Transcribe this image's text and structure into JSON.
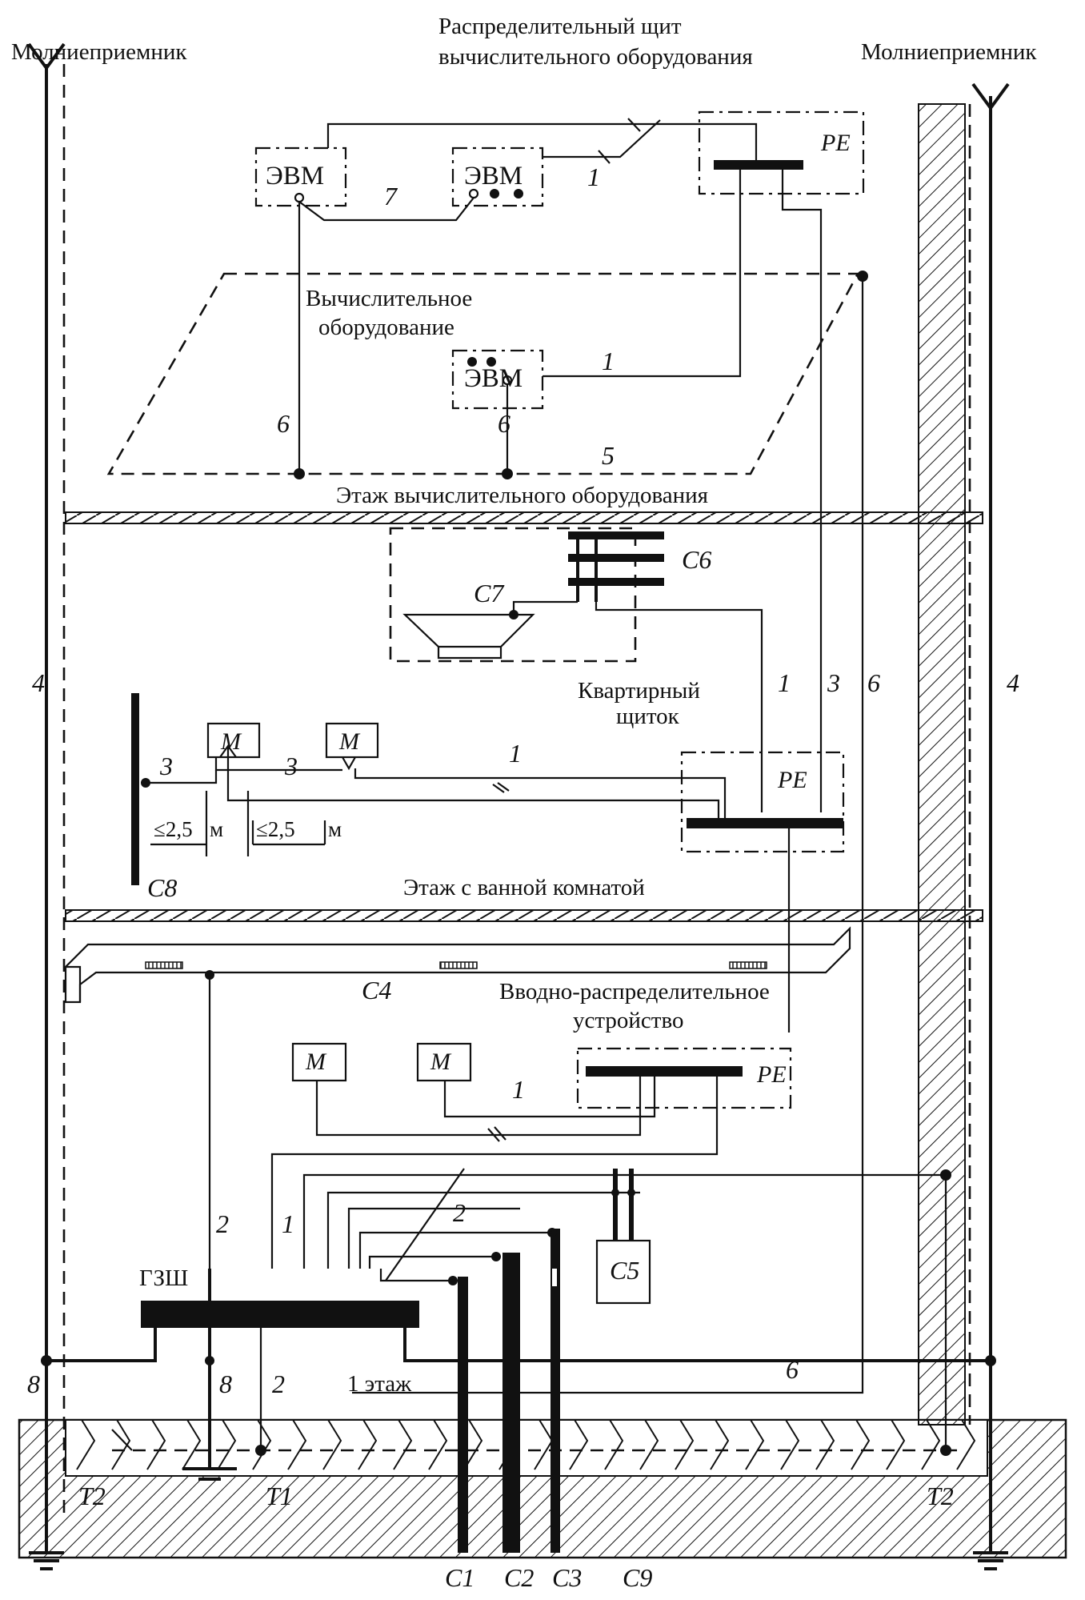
{
  "labels": {
    "lightning_left": "Молниеприемник",
    "lightning_right": "Молниеприемник",
    "dist_panel_line1": "Распределительный щит",
    "dist_panel_line2": "вычислительного оборудования",
    "pe": "PE",
    "evm": "ЭВМ",
    "comp_equipment_line1": "Вычислительное",
    "comp_equipment_line2": "оборудование",
    "floor_computer": "Этаж вычислительного оборудования",
    "floor_bathroom": "Этаж с ванной комнатой",
    "apartment_panel_line1": "Квартирный",
    "apartment_panel_line2": "щиток",
    "input_device_line1": "Вводно-распределительное",
    "input_device_line2": "устройство",
    "motor": "M",
    "gzsh": "ГЗШ",
    "floor_first": "1 этаж",
    "dist_limit": "≤2,5",
    "dist_unit": "м"
  },
  "refs": {
    "c1": "C1",
    "c2": "C2",
    "c3": "C3",
    "c4": "C4",
    "c5": "C5",
    "c6": "C6",
    "c7": "C7",
    "c8": "C8",
    "c9": "C9",
    "t1": "T1",
    "t2": "T2",
    "n1": "1",
    "n2": "2",
    "n3": "3",
    "n4": "4",
    "n5": "5",
    "n6": "6",
    "n7": "7",
    "n8": "8"
  }
}
